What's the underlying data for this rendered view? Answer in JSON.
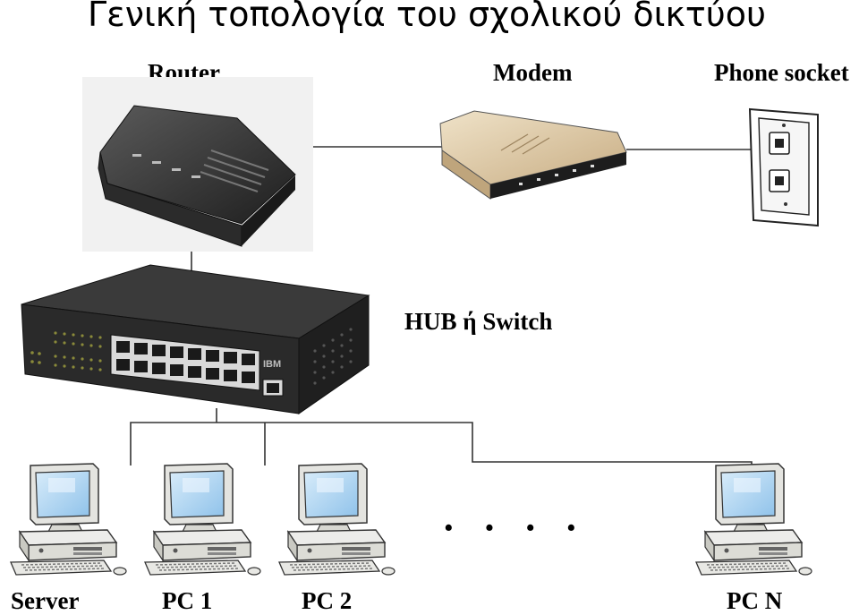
{
  "title": "Γενική τοπολογία του σχολικού δικτύου",
  "devices": {
    "router": "Router",
    "modem": "Modem",
    "phone_socket": "Phone socket",
    "hub": "HUB ή Switch"
  },
  "computers": {
    "server": "Server",
    "pc1": "PC 1",
    "pc2": "PC 2",
    "pcn": "PC N"
  },
  "switch_brand": "IBM",
  "ellipsis": "· · · ·"
}
